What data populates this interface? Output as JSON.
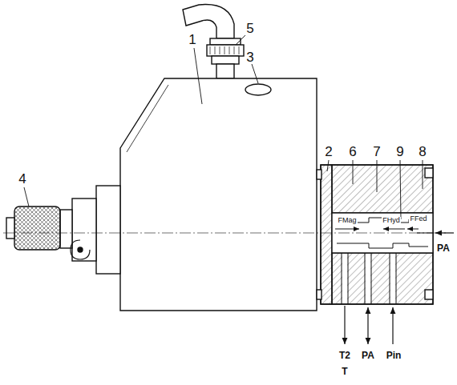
{
  "diagram": {
    "labels": [
      "5",
      "3",
      "1",
      "2",
      "6",
      "7",
      "9",
      "8",
      "4",
      "FMag",
      "FHyd",
      "FFed",
      "PA",
      "T2",
      "PA",
      "Pin",
      "T"
    ]
  }
}
